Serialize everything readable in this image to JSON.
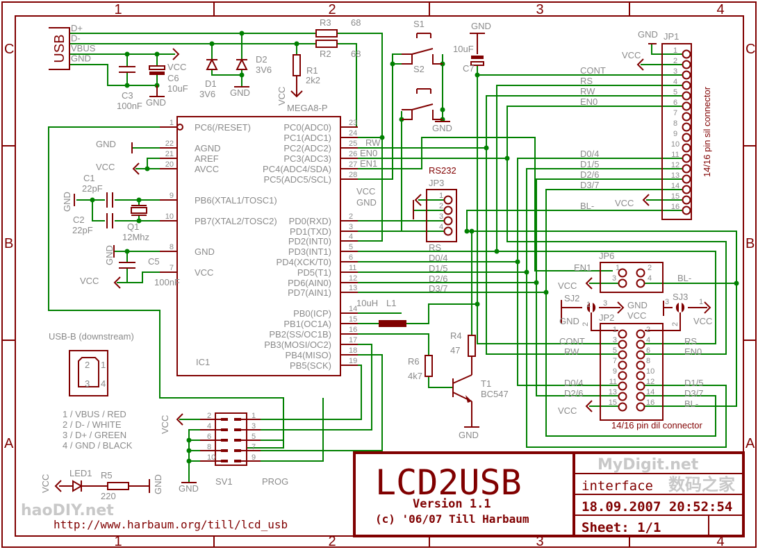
{
  "colors": {
    "frame": "#800000",
    "wire": "#008000",
    "label": "#8a8a8a"
  },
  "frame": {
    "columns": [
      "1",
      "2",
      "3",
      "4"
    ],
    "rows": [
      "C",
      "B",
      "A"
    ]
  },
  "usb": {
    "name": "USB",
    "pins": [
      "D+",
      "D-",
      "VBUS",
      "GND"
    ]
  },
  "parts": {
    "r3": "R3",
    "r3_val": "68",
    "r2": "R2",
    "r2_val": "68",
    "r1": "R1",
    "r1_val": "2k2",
    "c3": "C3",
    "c3_val": "100nF",
    "c6": "C6",
    "c6_val": "10uF",
    "d1": "D1",
    "d1_val": "3V6",
    "d2": "D2",
    "d2_val": "3V6",
    "s1": "S1",
    "s2": "S2",
    "c7": "C7",
    "c7_val": "10uF",
    "c1": "C1",
    "c1_val": "22pF",
    "c2": "C2",
    "c2_val": "22pF",
    "q1": "Q1",
    "q1_val": "12Mhz",
    "c5": "C5",
    "c5_val": "100nF",
    "l1": "L1",
    "l1_val": "10uH",
    "r4": "R4",
    "r4_val": "47",
    "r6": "R6",
    "r6_val": "4k7",
    "t1": "T1",
    "t1_val": "BC547",
    "led1": "LED1",
    "r5": "R5",
    "r5_val": "220",
    "sj2": "SJ2",
    "sj3": "SJ3"
  },
  "power": {
    "vcc": "VCC",
    "gnd": "GND"
  },
  "ic1": {
    "name": "IC1",
    "type": "MEGA8-P",
    "left_pins": [
      {
        "num": "1",
        "name": "PC6(/RESET)"
      },
      {
        "num": "22",
        "name": "AGND"
      },
      {
        "num": "21",
        "name": "AREF"
      },
      {
        "num": "20",
        "name": "AVCC"
      },
      {
        "num": "9",
        "name": "PB6(XTAL1/TOSC1)"
      },
      {
        "num": "10",
        "name": "PB7(XTAL2/TOSC2)"
      },
      {
        "num": "8",
        "name": "GND"
      },
      {
        "num": "7",
        "name": "VCC"
      }
    ],
    "right_pins": [
      {
        "num": "23",
        "name": "PC0(ADC0)"
      },
      {
        "num": "24",
        "name": "PC1(ADC1)"
      },
      {
        "num": "25",
        "name": "PC2(ADC2)"
      },
      {
        "num": "26",
        "name": "PC3(ADC3)"
      },
      {
        "num": "27",
        "name": "PC4(ADC4/SDA)"
      },
      {
        "num": "28",
        "name": "PC5(ADC5/SCL)"
      },
      {
        "num": "2",
        "name": "PD0(RXD)"
      },
      {
        "num": "3",
        "name": "PD1(TXD)"
      },
      {
        "num": "4",
        "name": "PD2(INT0)"
      },
      {
        "num": "5",
        "name": "PD3(INT1)"
      },
      {
        "num": "6",
        "name": "PD4(XCK/T0)"
      },
      {
        "num": "11",
        "name": "PD5(T1)"
      },
      {
        "num": "12",
        "name": "PD6(AIN0)"
      },
      {
        "num": "13",
        "name": "PD7(AIN1)"
      },
      {
        "num": "14",
        "name": "PB0(ICP)"
      },
      {
        "num": "15",
        "name": "PB1(OC1A)"
      },
      {
        "num": "16",
        "name": "PB2(SS/OC1B)"
      },
      {
        "num": "17",
        "name": "PB3(MOSI/OC2)"
      },
      {
        "num": "18",
        "name": "PB4(MISO)"
      },
      {
        "num": "19",
        "name": "PB5(SCK)"
      }
    ],
    "power_labels": [
      "VCC",
      "GND"
    ]
  },
  "nets": {
    "rw": "RW",
    "en0": "EN0",
    "en1": "EN1",
    "rs": "RS",
    "cont": "CONT",
    "d04": "D0/4",
    "d15": "D1/5",
    "d26": "D2/6",
    "d37": "D3/7",
    "bl": "BL-"
  },
  "jp1": {
    "name": "JP1",
    "desc": "14/16 pin sil connector",
    "pins": [
      "1",
      "2",
      "3",
      "4",
      "5",
      "6",
      "7",
      "8",
      "9",
      "10",
      "11",
      "12",
      "13",
      "14",
      "15",
      "16"
    ]
  },
  "jp3": {
    "title": "RS232",
    "name": "JP3",
    "pins": [
      "1",
      "2",
      "3",
      "4"
    ]
  },
  "jp6": {
    "name": "JP6",
    "pins": [
      "1",
      "2",
      "3",
      "4"
    ]
  },
  "jp2": {
    "name": "JP2",
    "desc": "14/16 pin dil connector",
    "pins": [
      "1",
      "2",
      "3",
      "4",
      "5",
      "6",
      "7",
      "8",
      "9",
      "10",
      "11",
      "12",
      "13",
      "14",
      "15",
      "16"
    ]
  },
  "sj_pins": {
    "one": "1",
    "two": "2",
    "three": "3"
  },
  "sv1": {
    "name": "SV1",
    "label": "PROG",
    "pins_left": [
      "2",
      "4",
      "6",
      "8",
      "10"
    ],
    "pins_right": [
      "1",
      "3",
      "5",
      "7",
      "9"
    ]
  },
  "usb_b": {
    "title": "USB-B (downstream)",
    "pins": [
      "1",
      "2",
      "3",
      "4"
    ],
    "legend": [
      "1 / VBUS / RED",
      "2 / D- / WHITE",
      "3 / D+ / GREEN",
      "4 / GND / BLACK"
    ]
  },
  "url": "http://www.harbaum.org/till/lcd_usb",
  "title_block": {
    "title": "LCD2USB",
    "version": "Version 1.1",
    "copyright": "(c) '06/07 Till Harbaum",
    "description": "interface",
    "datetime": "18.09.2007 20:52:54",
    "sheet": "Sheet: 1/1"
  },
  "watermarks": [
    "haoDIY.net",
    "数码之家",
    "MyDigit.net"
  ]
}
